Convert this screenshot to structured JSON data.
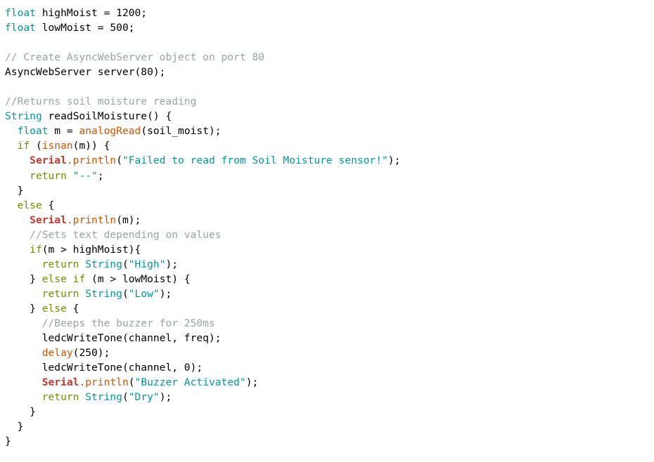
{
  "editor": {
    "language": "arduino-cpp",
    "background": "#ffffff",
    "colors": {
      "datatype": "#00979c",
      "comment": "#95a5a6",
      "keyword": "#728e00",
      "function": "#d35400",
      "object": "#c0392b",
      "string": "#00979c",
      "plain": "#000000"
    }
  },
  "code": {
    "lines": [
      {
        "n": 1,
        "indent": 0,
        "tokens": [
          {
            "c": "t-type",
            "t": "float"
          },
          {
            "c": "t-plain",
            "t": " highMoist = 1200;"
          }
        ]
      },
      {
        "n": 2,
        "indent": 0,
        "tokens": [
          {
            "c": "t-type",
            "t": "float"
          },
          {
            "c": "t-plain",
            "t": " lowMoist = 500;"
          }
        ]
      },
      {
        "n": 3,
        "indent": 0,
        "tokens": []
      },
      {
        "n": 4,
        "indent": 0,
        "tokens": [
          {
            "c": "t-comment",
            "t": "// Create AsyncWebServer object on port 80"
          }
        ]
      },
      {
        "n": 5,
        "indent": 0,
        "tokens": [
          {
            "c": "t-plain",
            "t": "AsyncWebServer server(80);"
          }
        ]
      },
      {
        "n": 6,
        "indent": 0,
        "tokens": []
      },
      {
        "n": 7,
        "indent": 0,
        "tokens": [
          {
            "c": "t-comment",
            "t": "//Returns soil moisture reading"
          }
        ]
      },
      {
        "n": 8,
        "indent": 0,
        "tokens": [
          {
            "c": "t-type",
            "t": "String"
          },
          {
            "c": "t-plain",
            "t": " readSoilMoisture() {"
          }
        ]
      },
      {
        "n": 9,
        "indent": 2,
        "tokens": [
          {
            "c": "t-type",
            "t": "float"
          },
          {
            "c": "t-plain",
            "t": " m = "
          },
          {
            "c": "t-func",
            "t": "analogRead"
          },
          {
            "c": "t-plain",
            "t": "(soil_moist);"
          }
        ]
      },
      {
        "n": 10,
        "indent": 2,
        "tokens": [
          {
            "c": "t-keyword",
            "t": "if"
          },
          {
            "c": "t-plain",
            "t": " ("
          },
          {
            "c": "t-func",
            "t": "isnan"
          },
          {
            "c": "t-plain",
            "t": "(m)) {"
          }
        ]
      },
      {
        "n": 11,
        "indent": 4,
        "tokens": [
          {
            "c": "t-object",
            "t": "Serial"
          },
          {
            "c": "t-dot",
            "t": "."
          },
          {
            "c": "t-func",
            "t": "println"
          },
          {
            "c": "t-plain",
            "t": "("
          },
          {
            "c": "t-string",
            "t": "\"Failed to read from Soil Moisture sensor!\""
          },
          {
            "c": "t-plain",
            "t": ");"
          }
        ]
      },
      {
        "n": 12,
        "indent": 4,
        "tokens": [
          {
            "c": "t-keyword",
            "t": "return"
          },
          {
            "c": "t-plain",
            "t": " "
          },
          {
            "c": "t-string",
            "t": "\"--\""
          },
          {
            "c": "t-plain",
            "t": ";"
          }
        ]
      },
      {
        "n": 13,
        "indent": 2,
        "tokens": [
          {
            "c": "t-plain",
            "t": "}"
          }
        ]
      },
      {
        "n": 14,
        "indent": 2,
        "tokens": [
          {
            "c": "t-keyword",
            "t": "else"
          },
          {
            "c": "t-plain",
            "t": " {"
          }
        ]
      },
      {
        "n": 15,
        "indent": 4,
        "tokens": [
          {
            "c": "t-object",
            "t": "Serial"
          },
          {
            "c": "t-dot",
            "t": "."
          },
          {
            "c": "t-func",
            "t": "println"
          },
          {
            "c": "t-plain",
            "t": "(m);"
          }
        ]
      },
      {
        "n": 16,
        "indent": 4,
        "tokens": [
          {
            "c": "t-comment",
            "t": "//Sets text depending on values"
          }
        ]
      },
      {
        "n": 17,
        "indent": 4,
        "tokens": [
          {
            "c": "t-keyword",
            "t": "if"
          },
          {
            "c": "t-plain",
            "t": "(m > highMoist){"
          }
        ]
      },
      {
        "n": 18,
        "indent": 6,
        "tokens": [
          {
            "c": "t-keyword",
            "t": "return"
          },
          {
            "c": "t-plain",
            "t": " "
          },
          {
            "c": "t-type",
            "t": "String"
          },
          {
            "c": "t-plain",
            "t": "("
          },
          {
            "c": "t-string",
            "t": "\"High\""
          },
          {
            "c": "t-plain",
            "t": ");"
          }
        ]
      },
      {
        "n": 19,
        "indent": 4,
        "tokens": [
          {
            "c": "t-plain",
            "t": "} "
          },
          {
            "c": "t-keyword",
            "t": "else"
          },
          {
            "c": "t-plain",
            "t": " "
          },
          {
            "c": "t-keyword",
            "t": "if"
          },
          {
            "c": "t-plain",
            "t": " (m > lowMoist) {"
          }
        ]
      },
      {
        "n": 20,
        "indent": 6,
        "tokens": [
          {
            "c": "t-keyword",
            "t": "return"
          },
          {
            "c": "t-plain",
            "t": " "
          },
          {
            "c": "t-type",
            "t": "String"
          },
          {
            "c": "t-plain",
            "t": "("
          },
          {
            "c": "t-string",
            "t": "\"Low\""
          },
          {
            "c": "t-plain",
            "t": ");"
          }
        ]
      },
      {
        "n": 21,
        "indent": 4,
        "tokens": [
          {
            "c": "t-plain",
            "t": "} "
          },
          {
            "c": "t-keyword",
            "t": "else"
          },
          {
            "c": "t-plain",
            "t": " {"
          }
        ]
      },
      {
        "n": 22,
        "indent": 6,
        "tokens": [
          {
            "c": "t-comment",
            "t": "//Beeps the buzzer for 250ms"
          }
        ]
      },
      {
        "n": 23,
        "indent": 6,
        "tokens": [
          {
            "c": "t-plain",
            "t": "ledcWriteTone(channel, freq);"
          }
        ]
      },
      {
        "n": 24,
        "indent": 6,
        "tokens": [
          {
            "c": "t-func",
            "t": "delay"
          },
          {
            "c": "t-plain",
            "t": "(250);"
          }
        ]
      },
      {
        "n": 25,
        "indent": 6,
        "tokens": [
          {
            "c": "t-plain",
            "t": "ledcWriteTone(channel, 0);"
          }
        ]
      },
      {
        "n": 26,
        "indent": 6,
        "tokens": [
          {
            "c": "t-object",
            "t": "Serial"
          },
          {
            "c": "t-dot",
            "t": "."
          },
          {
            "c": "t-func",
            "t": "println"
          },
          {
            "c": "t-plain",
            "t": "("
          },
          {
            "c": "t-string",
            "t": "\"Buzzer Activated\""
          },
          {
            "c": "t-plain",
            "t": ");"
          }
        ]
      },
      {
        "n": 27,
        "indent": 6,
        "tokens": [
          {
            "c": "t-keyword",
            "t": "return"
          },
          {
            "c": "t-plain",
            "t": " "
          },
          {
            "c": "t-type",
            "t": "String"
          },
          {
            "c": "t-plain",
            "t": "("
          },
          {
            "c": "t-string",
            "t": "\"Dry\""
          },
          {
            "c": "t-plain",
            "t": ");"
          }
        ]
      },
      {
        "n": 28,
        "indent": 4,
        "tokens": [
          {
            "c": "t-plain",
            "t": "}"
          }
        ]
      },
      {
        "n": 29,
        "indent": 2,
        "tokens": [
          {
            "c": "t-plain",
            "t": "}"
          }
        ]
      },
      {
        "n": 30,
        "indent": 0,
        "tokens": [
          {
            "c": "t-plain",
            "t": "}"
          }
        ]
      }
    ]
  }
}
